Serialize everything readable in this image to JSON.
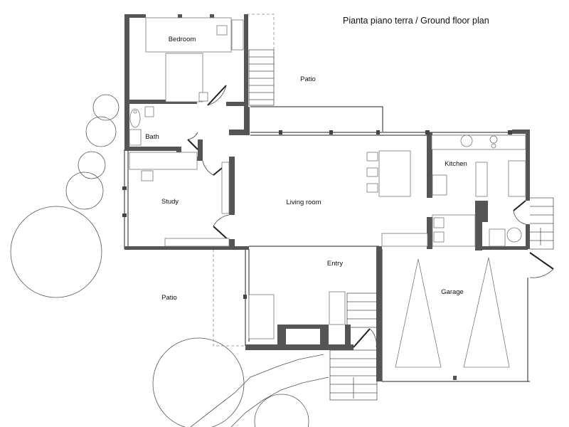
{
  "title": "Pianta piano terra  /  Ground floor plan",
  "rooms": {
    "bedroom": "Bedroom",
    "patio_north": "Patio",
    "bath": "Bath",
    "kitchen": "Kitchen",
    "study": "Study",
    "living_room": "Living room",
    "entry": "Entry",
    "garage": "Garage",
    "patio_south": "Patio"
  },
  "colors": {
    "walls": "#555555",
    "lines": "#222222",
    "background": "#ffffff"
  }
}
